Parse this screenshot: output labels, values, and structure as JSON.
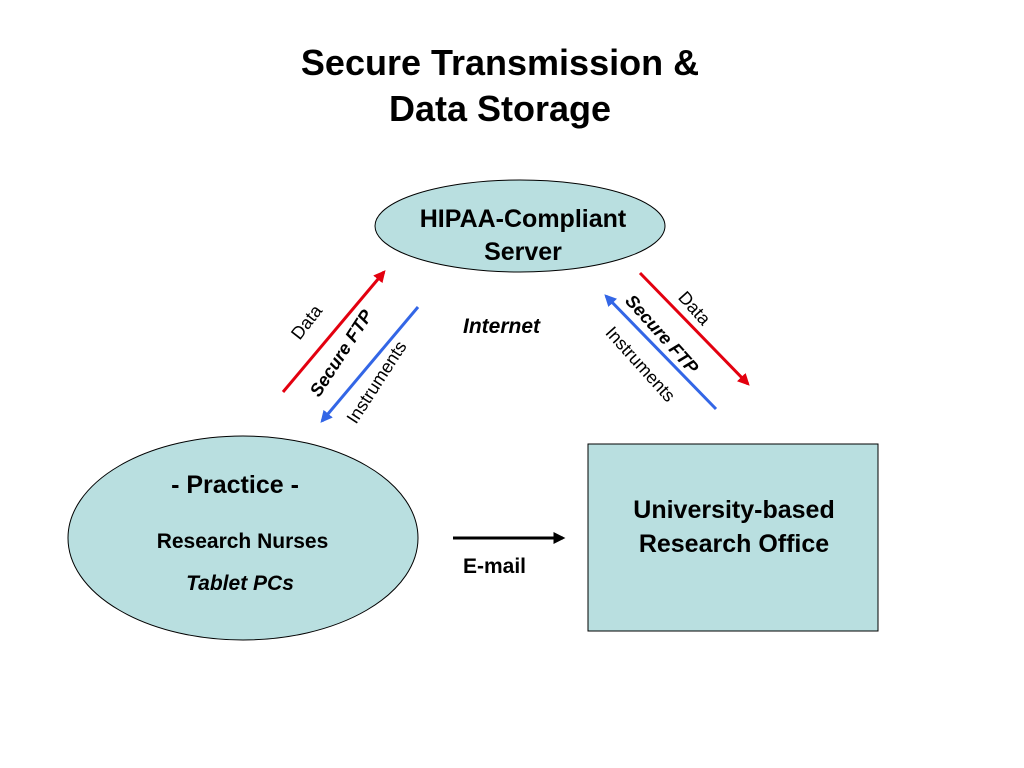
{
  "title": {
    "line1": "Secure Transmission &",
    "line2": "Data Storage"
  },
  "nodes": {
    "server": {
      "line1": "HIPAA-Compliant",
      "line2": "Server"
    },
    "practice": {
      "title": "- Practice -",
      "subtitle": "Research Nurses",
      "devices": "Tablet PCs"
    },
    "office": {
      "line1": "University-based",
      "line2": "Research Office"
    }
  },
  "labels": {
    "internet": "Internet",
    "email": "E-mail",
    "left_data": "Data",
    "left_ftp": "Secure FTP",
    "left_instruments": "Instruments",
    "right_data": "Data",
    "right_ftp": "Secure FTP",
    "right_instruments": "Instruments"
  },
  "colors": {
    "node_fill": "#b9dfe0",
    "data_arrow": "#e3000f",
    "instrument_arrow": "#3366e6",
    "email_arrow": "#000000"
  }
}
